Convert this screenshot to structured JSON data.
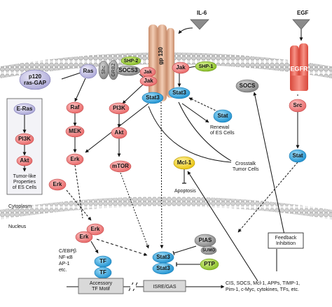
{
  "colors": {
    "pink": "#f07a7a",
    "pink_light": "#f5a0a0",
    "blue": "#29a9e0",
    "lavender": "#c9c6e6",
    "gray": "#9a9a9a",
    "green": "#9ccc3c",
    "yellow": "#f2d21f",
    "receptor": "#e8b89a",
    "egfr": "#ef6a5a"
  },
  "ligands": {
    "il6": "IL-6",
    "egf": "EGF"
  },
  "receptors": {
    "gp130": "gp 130",
    "egfr": "EGFR"
  },
  "membrane": {
    "p120": "p120\nras-GAP",
    "ras": "Ras",
    "shc": "Shc",
    "grb2": "GRB2",
    "shp2": "SHP-2",
    "socs3": "SOCS3",
    "jak_left": "Jak",
    "jak_left2": "Jak",
    "jak_right": "Jak",
    "shp1": "SHP-1",
    "socs": "SOCS"
  },
  "cytoplasm": {
    "eras": "E-Ras",
    "pi3k_left": "PI3K",
    "akt_left": "Akt",
    "tumor_like": "Tumor-like\nProperties\nof ES Cells",
    "raf": "Raf",
    "mek": "MEK",
    "erk1": "Erk",
    "erk2": "Erk",
    "pi3k": "PI3K",
    "akt": "Akt",
    "mtor": "mTOR",
    "stat3_a": "Stat3",
    "stat3_b": "Stat3",
    "stat": "Stat",
    "renewal": "Renewal\nof ES Cells",
    "mcl1": "Mcl-1",
    "apoptosis": "Apoptosis",
    "crosstalk": "Crosstalk\nTumor Cells",
    "src": "Src",
    "stat_right": "Stat"
  },
  "compartments": {
    "cytoplasm": "Cytoplasm",
    "nucleus": "Nucleus"
  },
  "nucleus": {
    "erk_a": "Erk",
    "erk_b": "Erk",
    "tf_list": "C/EBPβ\nNF-κB\nAP-1\netc.",
    "tf1": "TF",
    "tf2": "TF",
    "pias": "PIAS",
    "sumo": "SUMO",
    "stat3_n1": "Stat3",
    "stat3_n2": "Stat3",
    "ptp": "PTP",
    "feedback": "Feedback\nInhibition",
    "accessory": "Accessory\nTF Motif",
    "isre": "ISRE/GAS",
    "targets": "CIS, SOCS, Mcl-1, APPs, TIMP-1,\nPim-1, c-Myc, cytokines, TFs, etc."
  }
}
